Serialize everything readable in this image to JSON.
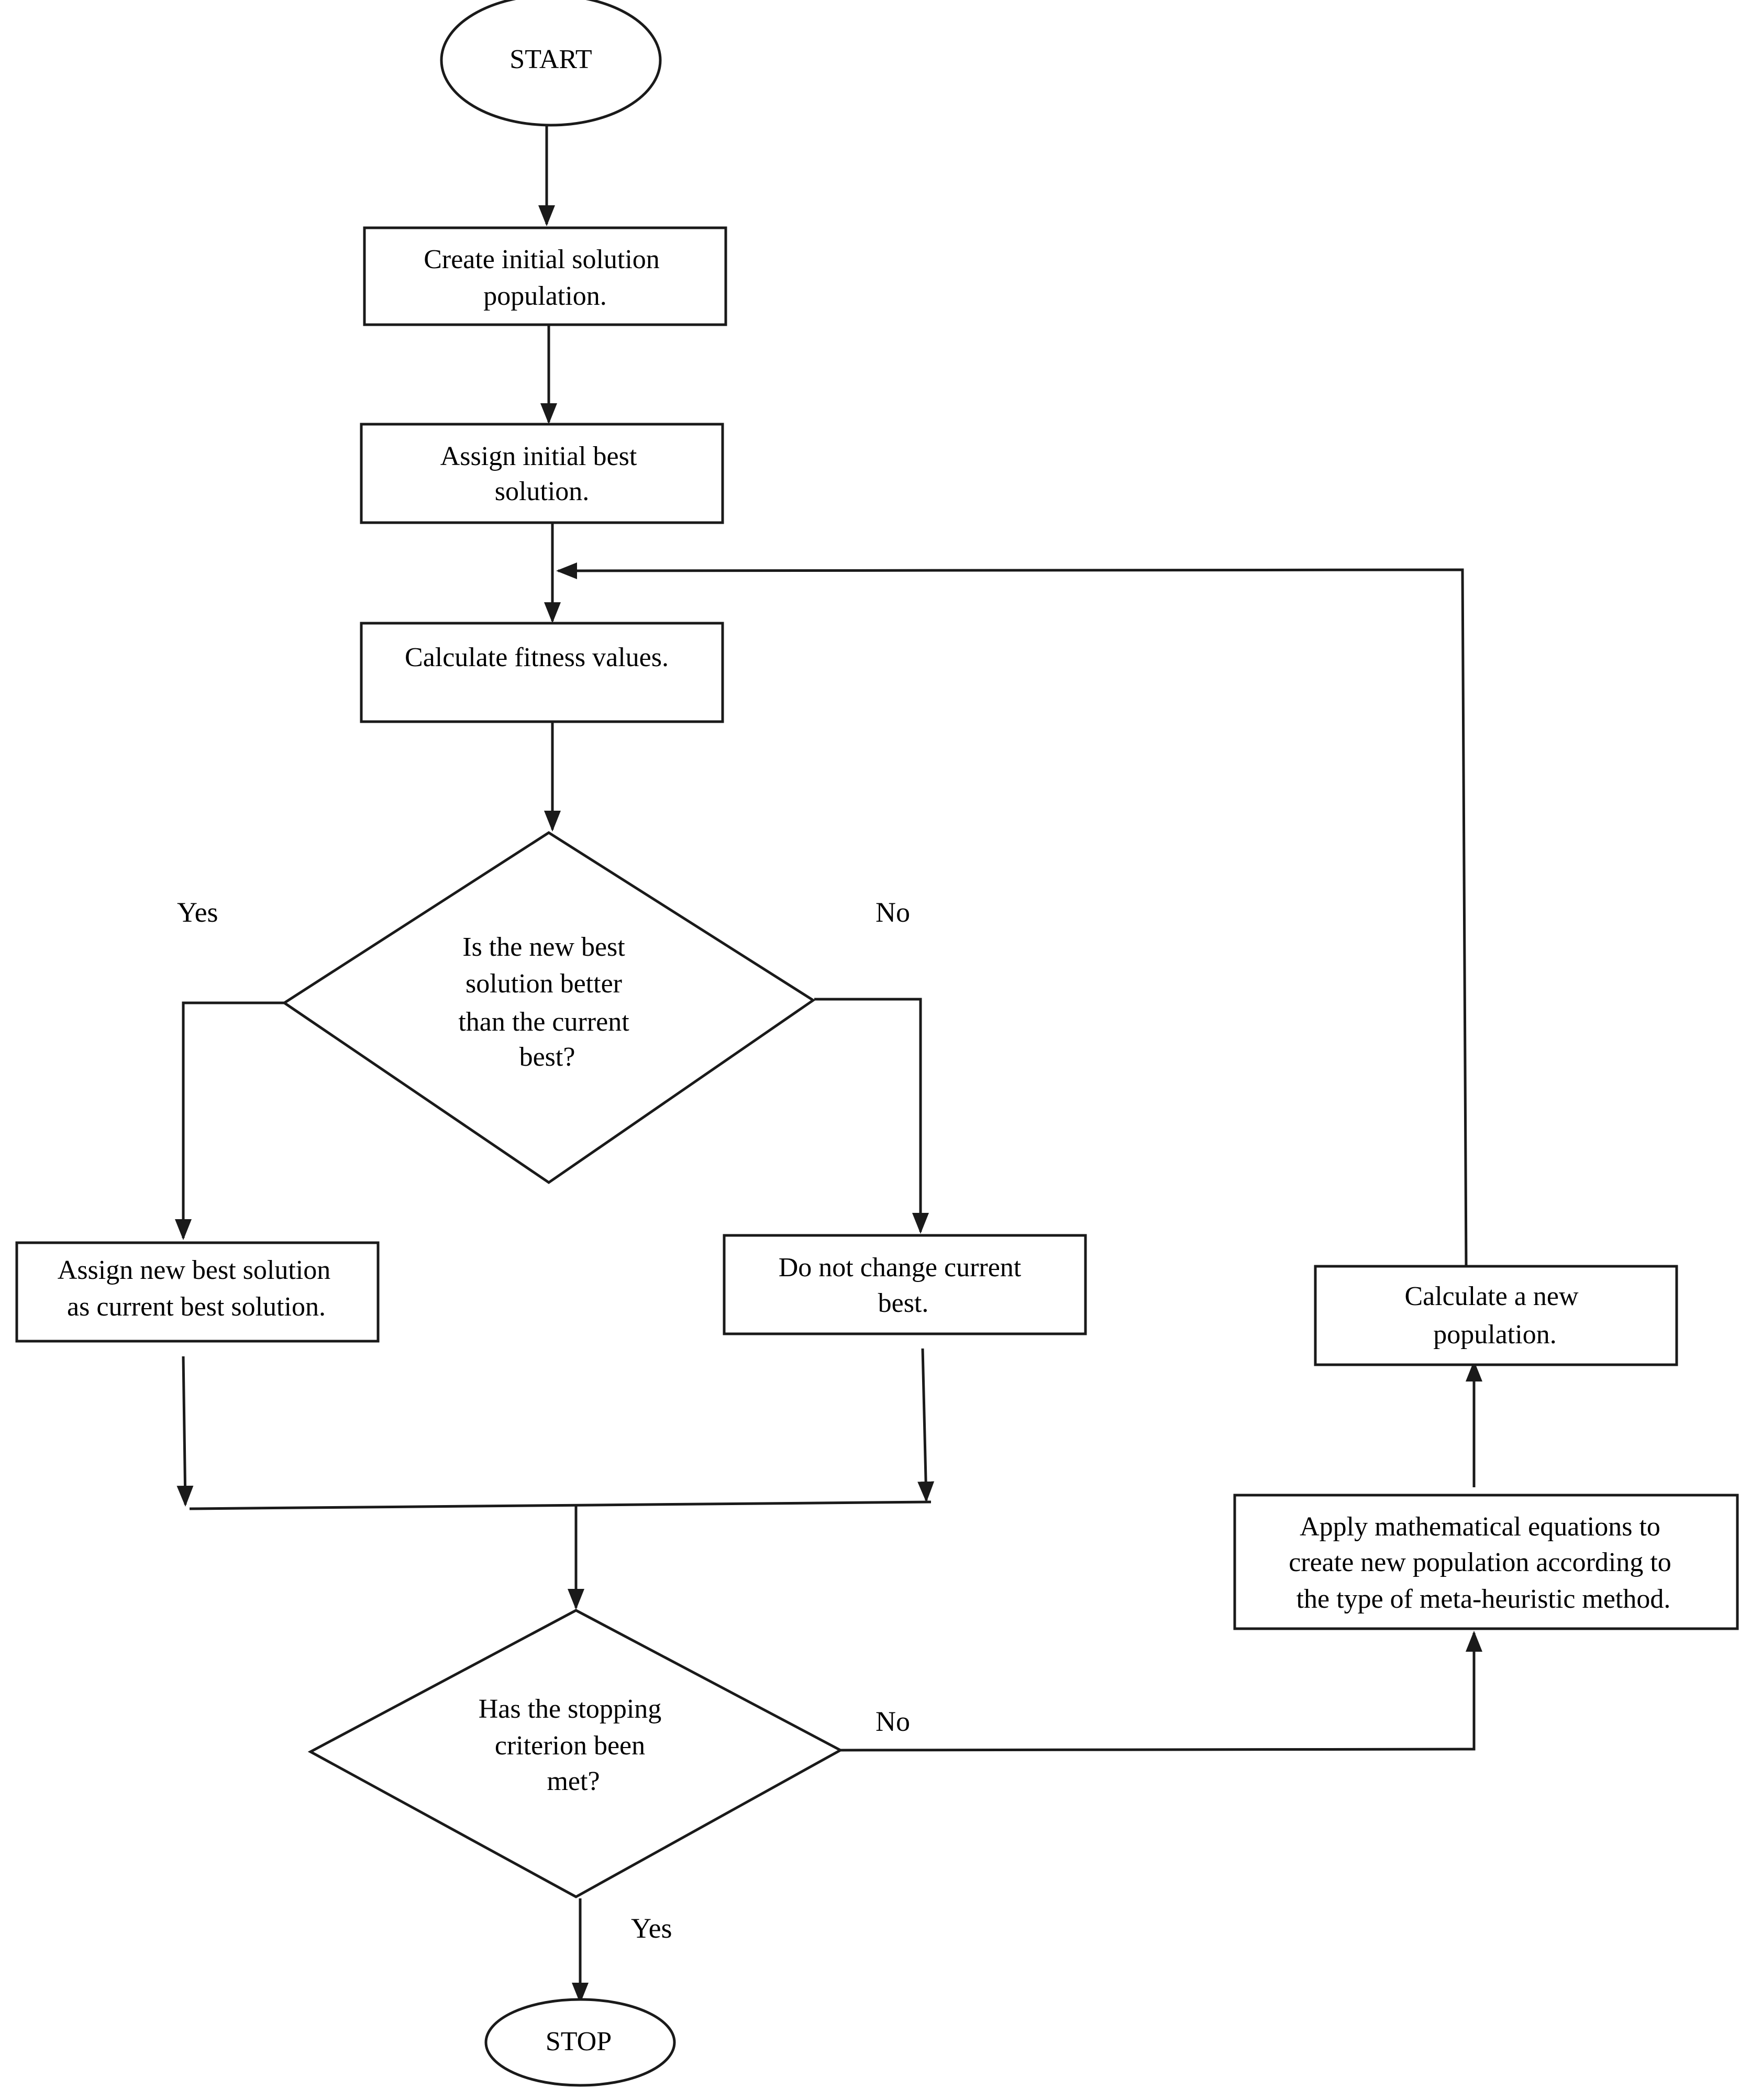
{
  "nodes": {
    "start": {
      "label": "START"
    },
    "create_population": {
      "lines": [
        "Create initial solution",
        "population."
      ]
    },
    "assign_initial_best": {
      "lines": [
        "Assign initial best",
        "solution."
      ]
    },
    "calculate_fitness": {
      "lines": [
        "Calculate fitness values."
      ]
    },
    "decision_better": {
      "lines": [
        "Is the new best",
        "solution better",
        "than the current",
        "best?"
      ]
    },
    "assign_new_best": {
      "lines": [
        "Assign new best solution",
        "as current best solution."
      ]
    },
    "do_not_change": {
      "lines": [
        "Do not change current",
        "best."
      ]
    },
    "decision_stop": {
      "lines": [
        "Has the stopping",
        "criterion been",
        "met?"
      ]
    },
    "stop": {
      "label": "STOP"
    },
    "apply_equations": {
      "lines": [
        "Apply mathematical equations to",
        "create new population according to",
        "the type of meta-heuristic method."
      ]
    },
    "calculate_new_population": {
      "lines": [
        "Calculate a new",
        "population."
      ]
    }
  },
  "edge_labels": {
    "better_yes": "Yes",
    "better_no": "No",
    "stop_no": "No",
    "stop_yes": "Yes"
  },
  "colors": {
    "line": "#1a1a1a",
    "fill": "#ffffff",
    "text": "#000000"
  }
}
